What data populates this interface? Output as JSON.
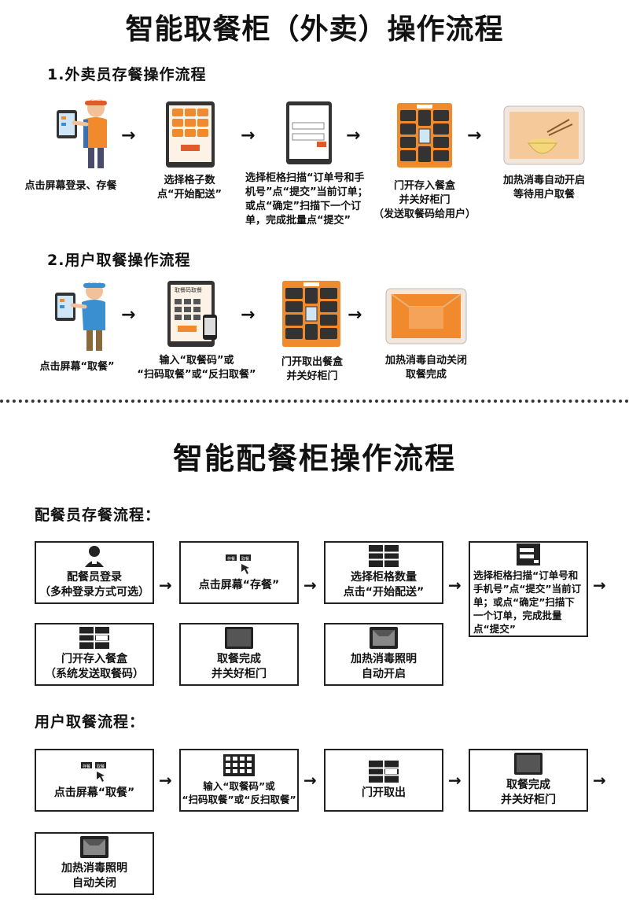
{
  "title_top": "智能取餐柜（外卖）操作流程",
  "section1": {
    "heading": "1.外卖员存餐操作流程",
    "steps": [
      "点击屏幕登录、存餐",
      "选择格子数\n点“开始配送”",
      "选择柜格扫描“订单号和手机号”点“提交”当前订单；或点“确定”扫描下一个订单，完成批量点“提交”",
      "门开存入餐盒\n并关好柜门\n（发送取餐码给用户）",
      "加热消毒自动开启\n等待用户取餐"
    ]
  },
  "section2": {
    "heading": "2.用户取餐操作流程",
    "steps": [
      "点击屏幕“取餐”",
      "输入“取餐码”或\n“扫码取餐”或“反扫取餐”",
      "门开取出餐盒\n并关好柜门",
      "加热消毒自动关闭\n取餐完成"
    ],
    "screen_label": "取餐码取餐"
  },
  "title_bottom": "智能配餐柜操作流程",
  "dist": {
    "heading": "配餐员存餐流程：",
    "boxes": [
      "配餐员登录\n（多种登录方式可选）",
      "点击屏幕“存餐”",
      "选择柜格数量\n点击“开始配送”",
      "选择柜格扫描“订单号和手机号”点“提交”当前订单；或点“确定”扫描下一个订单，完成批量点“提交”",
      "门开存入餐盒\n（系统发送取餐码）",
      "取餐完成\n并关好柜门",
      "加热消毒照明\n自动开启"
    ]
  },
  "user": {
    "heading": "用户取餐流程：",
    "boxes": [
      "点击屏幕“取餐”",
      "输入“取餐码”或\n“扫码取餐”或“反扫取餐”",
      "门开取出",
      "取餐完成\n并关好柜门",
      "加热消毒照明\n自动关闭"
    ]
  },
  "icon_btn_labels": [
    "存餐",
    "取餐"
  ],
  "colors": {
    "orange": "#f08a2c",
    "dark": "#333333",
    "skin": "#f2c199",
    "blue": "#3a8fd0"
  }
}
